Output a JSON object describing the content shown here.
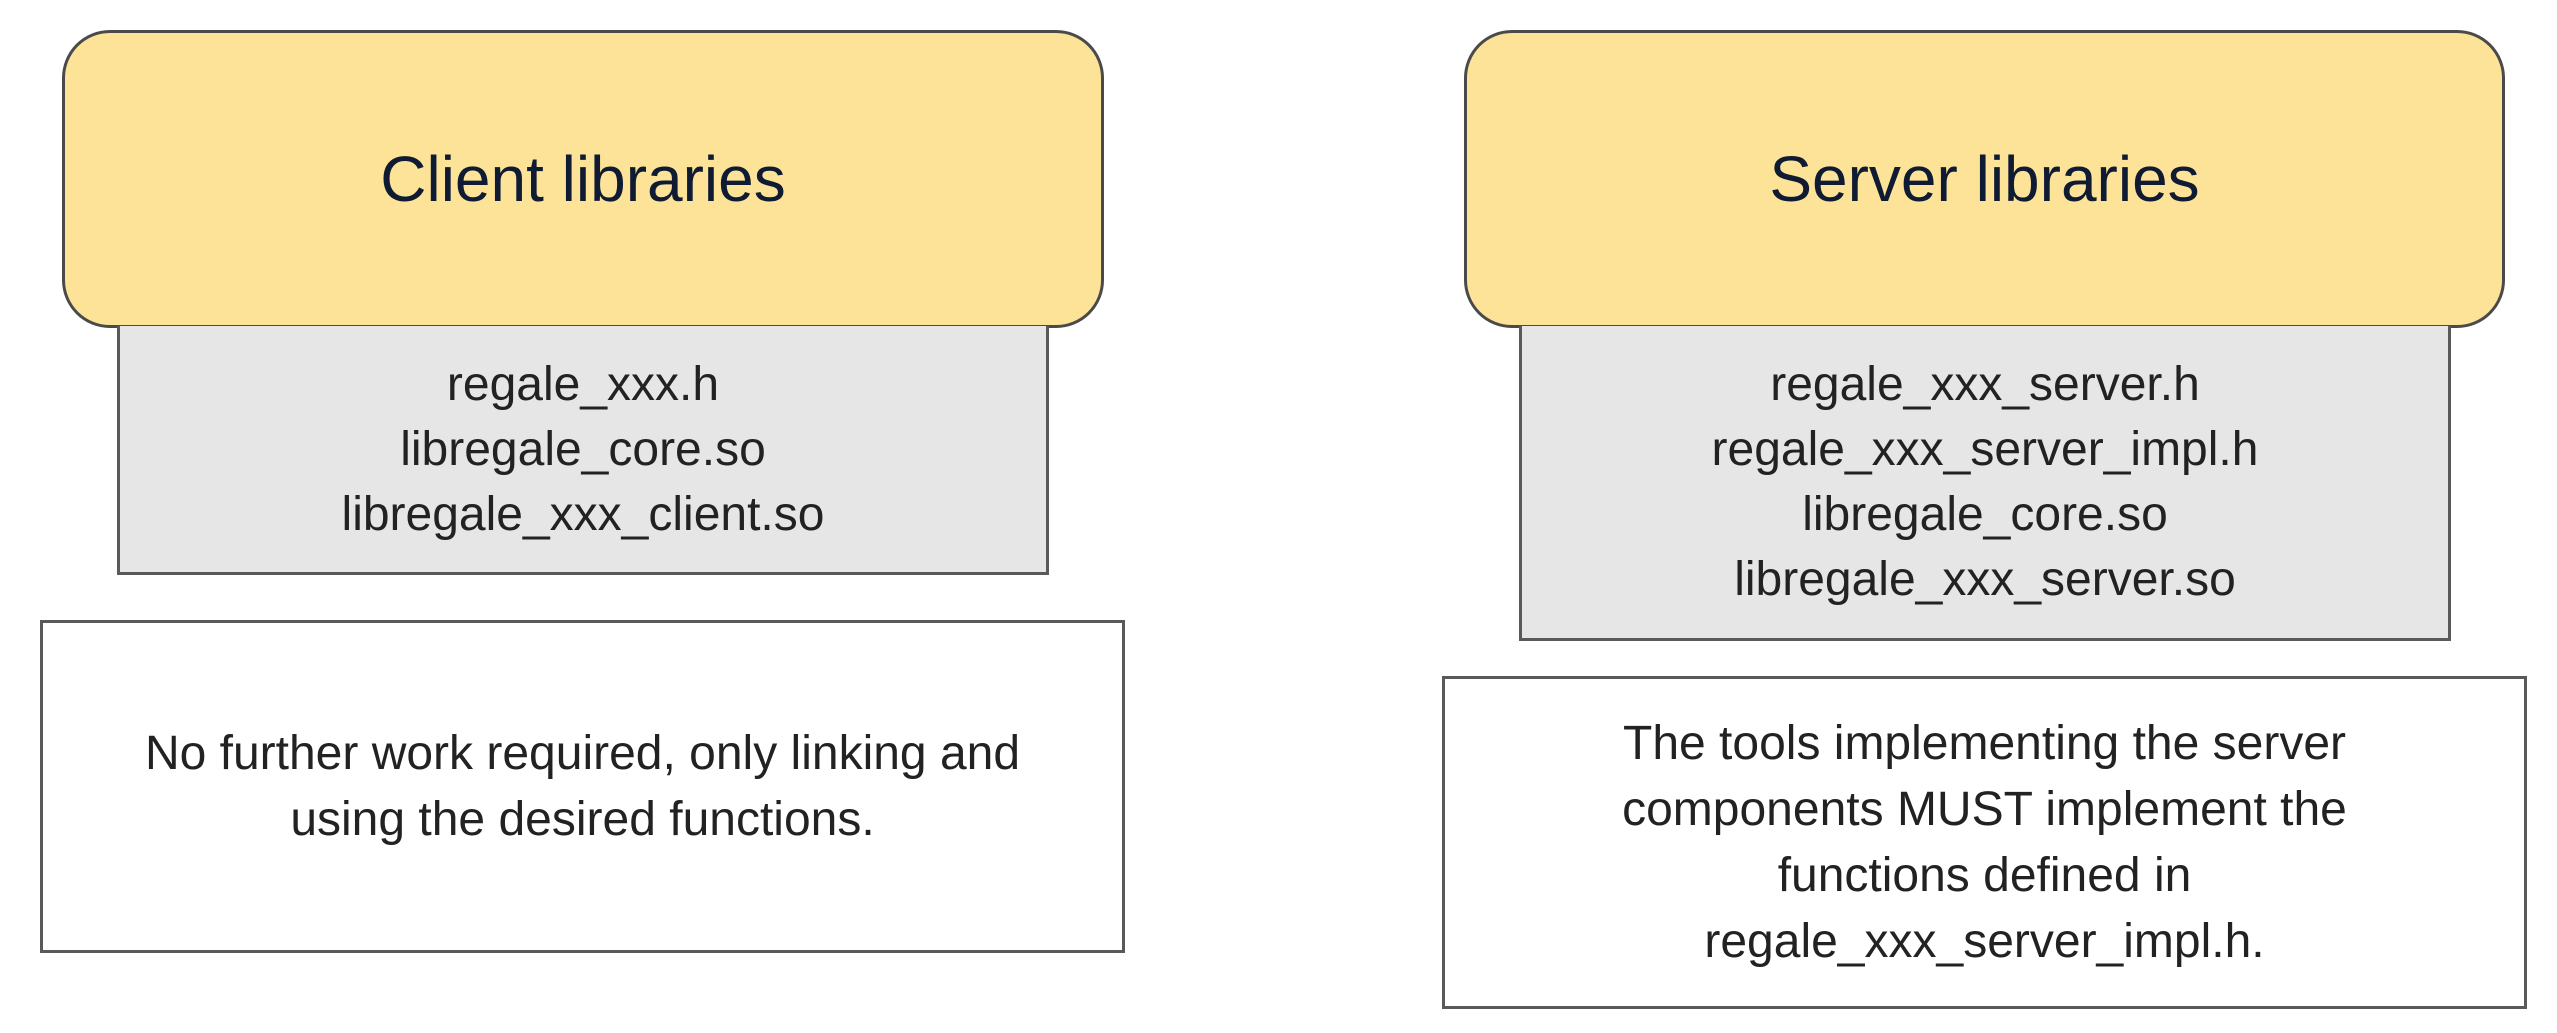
{
  "client": {
    "title": "Client libraries",
    "files": [
      "regale_xxx.h",
      "libregale_core.so",
      "libregale_xxx_client.so"
    ],
    "note_lines": [
      "No further work required, only linking and",
      "using the desired functions."
    ]
  },
  "server": {
    "title": "Server libraries",
    "files": [
      "regale_xxx_server.h",
      "regale_xxx_server_impl.h",
      "libregale_core.so",
      "libregale_xxx_server.so"
    ],
    "note_lines": [
      "The tools implementing the server",
      "components MUST implement the",
      "functions defined in",
      "regale_xxx_server_impl.h."
    ]
  }
}
